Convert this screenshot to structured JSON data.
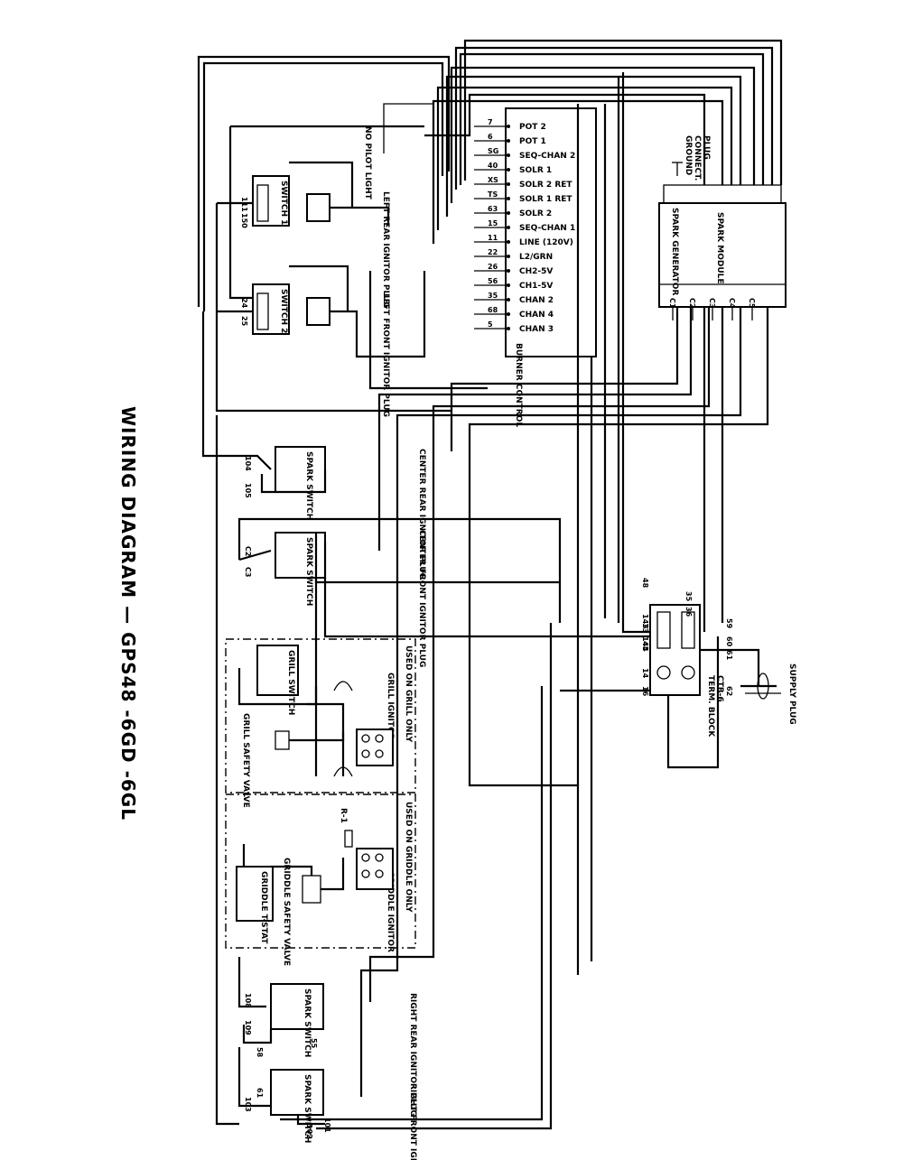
{
  "title": "WIRING DIAGRAM — GPS48 -6GD -6GL",
  "burner_control": {
    "label": "BURNER CONTROL",
    "terminals": [
      "POT 2",
      "POT 1",
      "SEQ-CHAN 2",
      "SOLR 1",
      "SOLR 2 RET",
      "SOLR 1 RET",
      "SOLR 2",
      "SEQ-CHAN 1",
      "LINE (120V)",
      "L2/GRN",
      "CH2-5V",
      "CH1-5V",
      "CHAN 2",
      "CHAN 4",
      "CHAN 3"
    ],
    "terminal_wires": [
      "7",
      "6",
      "SG",
      "40",
      "XS",
      "TS",
      "63",
      "15",
      "11",
      "22",
      "26",
      "56",
      "35",
      "68",
      "5"
    ]
  },
  "spark_module": {
    "label": "SPARK MODULE",
    "sub_label": "SPARK GENERATOR",
    "ports": [
      "C1",
      "C2",
      "C3",
      "C4",
      "C5"
    ],
    "top_labels": [
      "GROUND",
      "CONNECT.",
      "PLUG"
    ]
  },
  "plugs": {
    "no_pilot_light": "NO PILOT LIGHT",
    "left_rear_ignitor": "LEFT REAR IGNITOR PLUG",
    "left_front_ignitor": "LEFT FRONT IGNITOR PLUG",
    "center_rear_ignitor": "CENTER REAR IGNITOR PLUG",
    "center_front_ignitor": "CENTER FRONT IGNITOR PLUG",
    "right_rear_ignitor": "RIGHT REAR IGNITOR PLUG",
    "right_front_ignitor": "RIGHT FRONT IGNITOR PLUG",
    "supply_plug": "SUPPLY PLUG"
  },
  "switches": {
    "spark_switch": "SPARK SWITCH",
    "pilot_switch_1": "SWITCH 1",
    "pilot_switch_2": "SWITCH 2",
    "grill_switch": "GRILL SWITCH",
    "griddle_tstat": "GRIDDLE T-STAT"
  },
  "grill_section": {
    "used_on": "USED ON GRILL ONLY",
    "ignitor": "GRILL IGNITOR",
    "safety_valve": "GRILL SAFETY VALVE"
  },
  "griddle_section": {
    "used_on": "USED ON GRIDDLE ONLY",
    "ignitor": "GRIDDLE IGNITOR",
    "safety_valve": "GRIDDLE SAFETY VALVE",
    "resistor": "R-1"
  },
  "terminal_block": {
    "label": "TERM. BLOCK",
    "sub": "CTB-6"
  },
  "wire_numbers": {
    "top_left": [
      "111",
      "150",
      "24",
      "25"
    ],
    "mid_left": [
      "104",
      "105",
      "C2",
      "C3"
    ],
    "lower_left": [
      "108",
      "109",
      "58",
      "61"
    ],
    "bottom_left": [
      "103",
      "102",
      "101",
      "55"
    ],
    "center": [
      "144",
      "143",
      "14",
      "16",
      "48",
      "13",
      "45"
    ],
    "right": [
      "59",
      "60",
      "61",
      "62",
      "35",
      "36"
    ]
  }
}
